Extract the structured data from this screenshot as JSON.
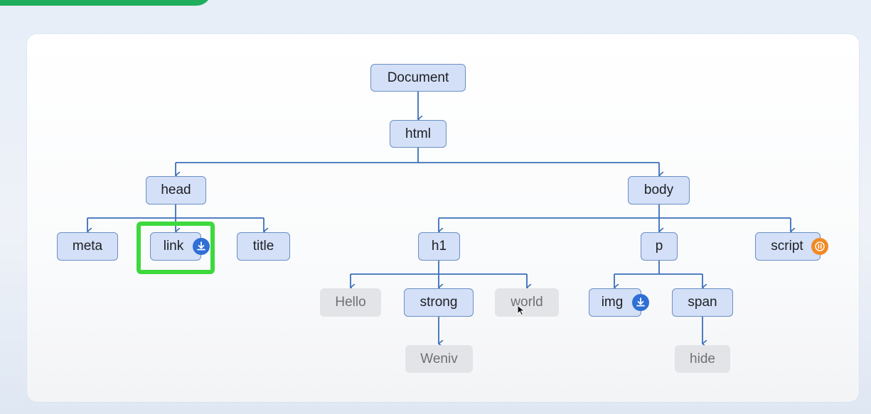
{
  "nodes": {
    "document": "Document",
    "html": "html",
    "head": "head",
    "body": "body",
    "meta": "meta",
    "link": "link",
    "title": "title",
    "h1": "h1",
    "p": "p",
    "script": "script",
    "hello": "Hello",
    "strong": "strong",
    "world": "world",
    "img": "img",
    "span": "span",
    "weniv": "Weniv",
    "hide": "hide"
  },
  "colors": {
    "element_fill": "#d4e0f7",
    "element_border": "#6b8fc4",
    "text_node_fill": "#e3e4e7",
    "edge": "#3a6fb8",
    "highlight": "#3dd93d",
    "download_badge": "#2f6fd6",
    "pause_badge": "#f08a24"
  },
  "icons": {
    "link_badge": "download-icon",
    "img_badge": "download-icon",
    "script_badge": "pause-icon"
  }
}
